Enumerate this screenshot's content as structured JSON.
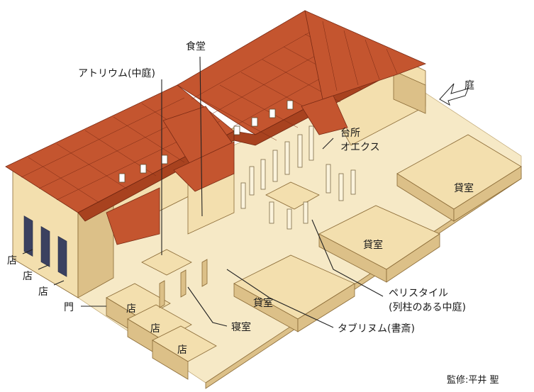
{
  "labels": {
    "dining": "食堂",
    "atrium": "アトリウム(中庭)",
    "garden": "庭",
    "kitchen": "台所",
    "oecus": "オエクス",
    "rental_right": "貸室",
    "rental_center": "貸室",
    "rental_bottom": "貸室",
    "shop_1": "店",
    "shop_2": "店",
    "shop_3": "店",
    "shop_4": "店",
    "shop_5": "店",
    "shop_6": "店",
    "gate": "門",
    "bedroom": "寝室",
    "peristyle": "ペリスタイル",
    "peristyle_sub": "(列柱のある中庭)",
    "tablinum": "タブリヌム(書斎)",
    "credit": "監修:平井 聖"
  },
  "colors": {
    "roof": "#c4552f",
    "wall": "#f3dfae",
    "floor": "#f6e9c6",
    "shop_door": "#3b4160"
  }
}
